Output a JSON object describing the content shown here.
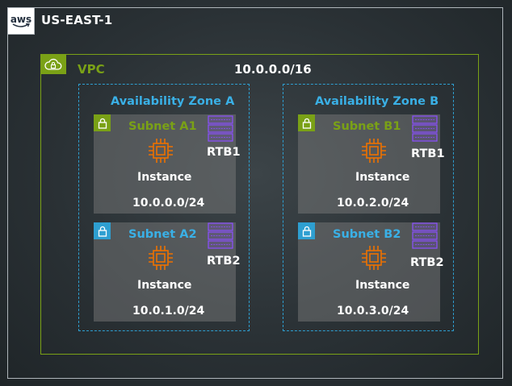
{
  "region": {
    "title": "US-EAST-1",
    "logo_text": "aws"
  },
  "vpc": {
    "label": "VPC",
    "cidr": "10.0.0.0/16"
  },
  "zones": [
    {
      "title": "Availability Zone A"
    },
    {
      "title": "Availability Zone B"
    }
  ],
  "subnets": [
    {
      "title": "Subnet A1",
      "rtb": "RTB1",
      "instance": "Instance",
      "cidr": "10.0.0.0/24",
      "type": "public"
    },
    {
      "title": "Subnet A2",
      "rtb": "RTB2",
      "instance": "Instance",
      "cidr": "10.0.1.0/24",
      "type": "private"
    },
    {
      "title": "Subnet B1",
      "rtb": "RTB1",
      "instance": "Instance",
      "cidr": "10.0.2.0/24",
      "type": "public"
    },
    {
      "title": "Subnet B2",
      "rtb": "RTB2",
      "instance": "Instance",
      "cidr": "10.0.3.0/24",
      "type": "private"
    }
  ],
  "colors": {
    "public_subnet": "#7aa116",
    "private_subnet": "#2e9fd1",
    "compute": "#ed7100",
    "route_table": "#8c4fff",
    "vpc": "#7aa116"
  },
  "icons": {
    "vpc": "vpc-cloud-lock-icon",
    "subnet": "subnet-lock-icon",
    "instance": "ec2-instance-chip-icon",
    "route_table": "route-table-icon"
  }
}
